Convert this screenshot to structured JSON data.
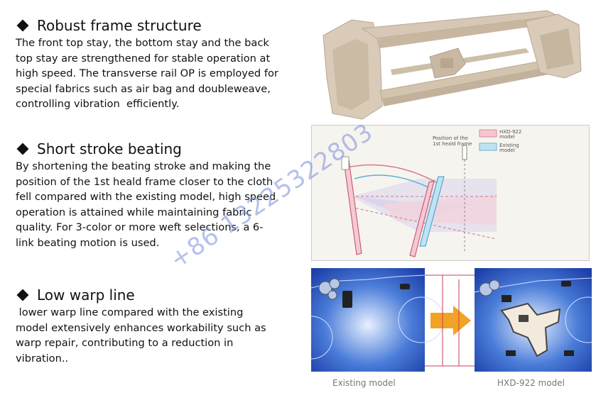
{
  "sections": [
    {
      "heading": "Robust frame structure",
      "body": "The front top stay, the bottom stay and the back\ntop stay are strengthened for stable operation at\nhigh speed. The transverse rail OP is employed for\nspecial fabrics such as air bag and doubleweave,\ncontrolling vibration  efficiently."
    },
    {
      "heading": "Short stroke beating",
      "body": "By shortening the beating stroke and making the\nposition of the 1st heald frame closer to the cloth\nfell compared with the existing model, high speed\noperation is attained while maintaining fabric\nquality. For 3-color or more weft selections, a 6-\nlink beating motion is used."
    },
    {
      "heading": "Low warp line",
      "body": " lower warp line compared with the existing\nmodel extensively enhances workability such as\nwarp repair, contributing to a reduction in\nvibration.."
    }
  ],
  "watermark": "+86 13225322803",
  "diagram": {
    "heald_label_line1": "Position of the",
    "heald_label_line2": "1st heald frame",
    "legend_new_line1": "HXD-922",
    "legend_new_line2": "model",
    "legend_old_line1": "Existing",
    "legend_old_line2": "model",
    "color_new": "#f6c6d2",
    "color_old": "#bfe3f2"
  },
  "captions": {
    "existing": "Existing model",
    "hxd": "HXD-922 model"
  }
}
